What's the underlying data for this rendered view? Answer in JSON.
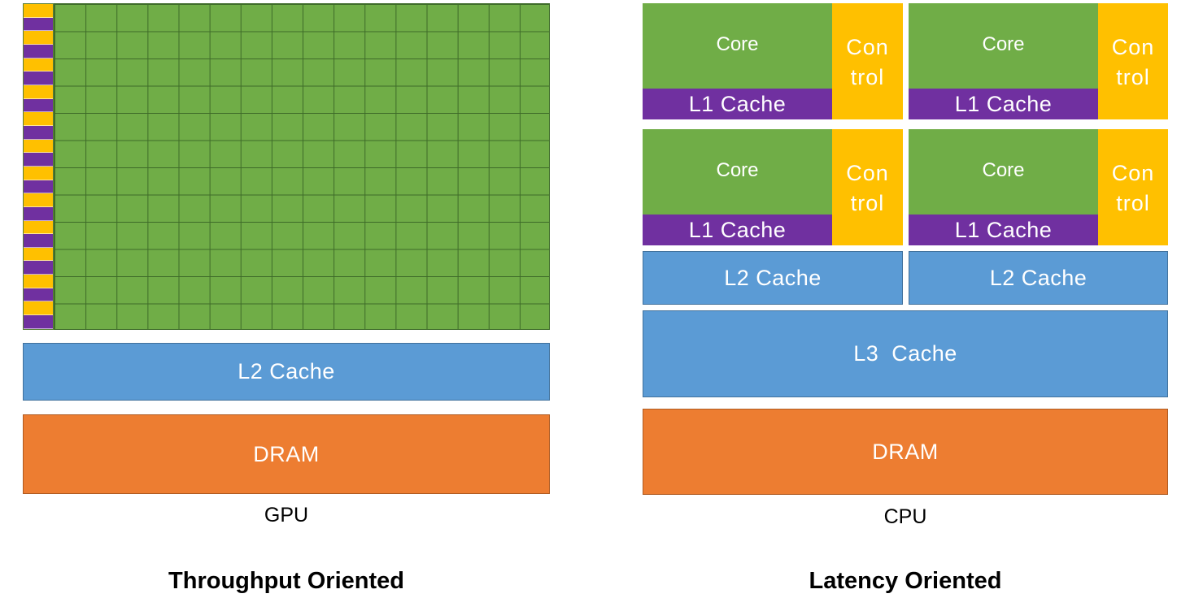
{
  "gpu": {
    "grid": {
      "columns": 16,
      "rows": 12
    },
    "strip": {
      "segments": 24,
      "colors": [
        "#ffc000",
        "#7030a0"
      ]
    },
    "l2_label": "L2 Cache",
    "dram_label": "DRAM",
    "caption": "GPU",
    "title": "Throughput Oriented"
  },
  "cpu": {
    "cores": [
      {
        "core_label": "Core",
        "control_line1": "Con",
        "control_line2": "trol",
        "l1_label": "L1 Cache"
      },
      {
        "core_label": "Core",
        "control_line1": "Con",
        "control_line2": "trol",
        "l1_label": "L1 Cache"
      },
      {
        "core_label": "Core",
        "control_line1": "Con",
        "control_line2": "trol",
        "l1_label": "L1 Cache"
      },
      {
        "core_label": "Core",
        "control_line1": "Con",
        "control_line2": "trol",
        "l1_label": "L1 Cache"
      }
    ],
    "l2_labels": [
      "L2 Cache",
      "L2 Cache"
    ],
    "l3_label": "L3  Cache",
    "dram_label": "DRAM",
    "caption": "CPU",
    "title": "Latency Oriented"
  },
  "colors": {
    "core_green": "#70ad47",
    "l1_purple": "#7030a0",
    "control_yellow": "#ffc000",
    "cache_blue": "#5b9bd5",
    "dram_orange": "#ed7d31"
  }
}
